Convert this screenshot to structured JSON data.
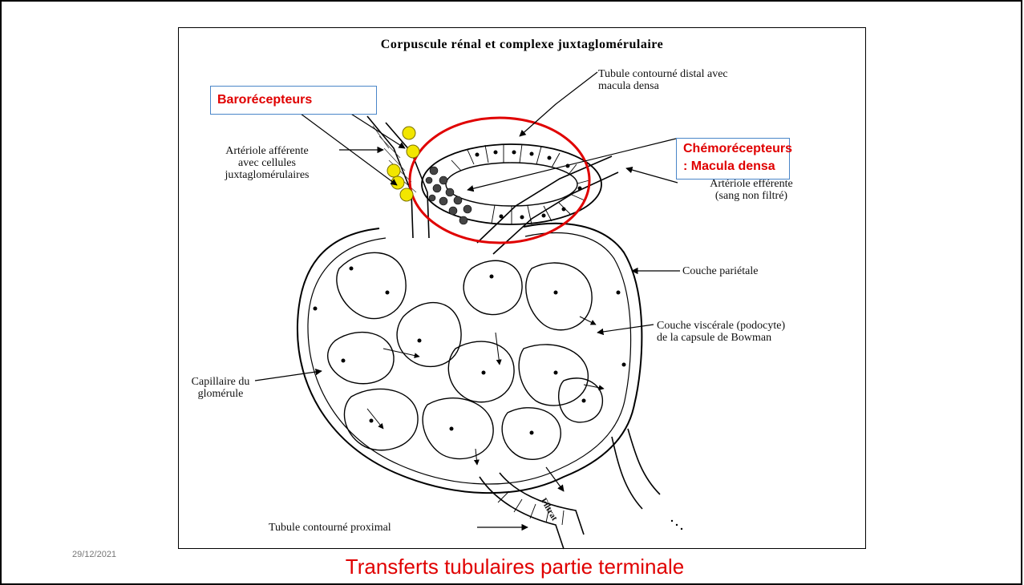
{
  "figure": {
    "title": "Corpuscule rénal et complexe juxtaglomérulaire",
    "labels": {
      "tubule_distal_line1": "Tubule contourné distal avec",
      "tubule_distal_line2": "macula densa",
      "arteriole_afferente_line1": "Artériole afférente",
      "arteriole_afferente_line2": "avec cellules",
      "arteriole_afferente_line3": "juxtaglomérulaires",
      "arteriole_efferente_line1": "Artériole efférente",
      "arteriole_efferente_line2": "(sang non filtré)",
      "couche_parietale": "Couche pariétale",
      "couche_viscerale_line1": "Couche viscérale (podocyte)",
      "couche_viscerale_line2": "de la capsule de Bowman",
      "capillaire_line1": "Capillaire du",
      "capillaire_line2": "glomérule",
      "tubule_proximal": "Tubule contourné proximal",
      "filtrat": "Filtrat"
    }
  },
  "callouts": {
    "barorecepteurs": "Barorécepteurs",
    "chemorecepteurs_line1": "Chémorécepteurs",
    "chemorecepteurs_line2": ": Macula densa"
  },
  "colors": {
    "accent_red": "#e00000",
    "callout_border": "#4a86c8",
    "receptor_yellow": "#f2e600"
  },
  "footer": {
    "date": "29/12/2021",
    "slide_title": "Transferts tubulaires partie terminale"
  }
}
